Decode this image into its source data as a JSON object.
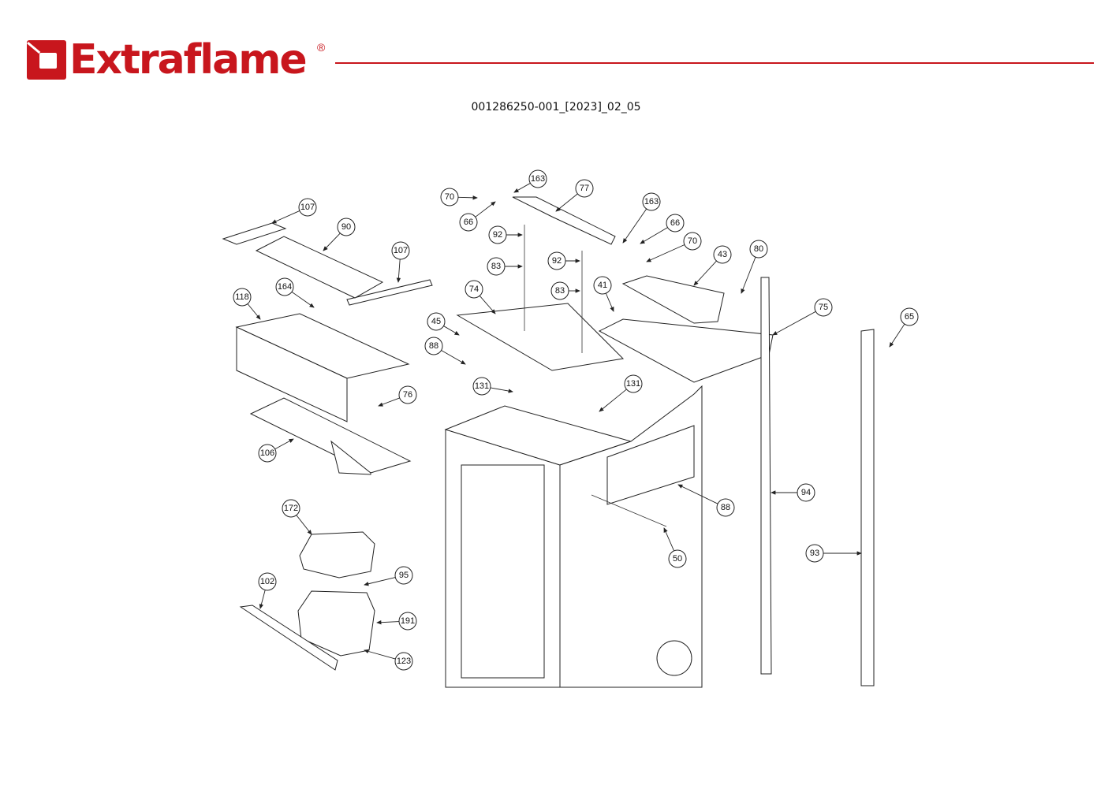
{
  "header": {
    "brand": "Extraflame",
    "registered_mark": "®",
    "document_code": "001286250-001_[2023]_02_05",
    "accent_color": "#c8161d"
  },
  "diagram": {
    "callouts": [
      "107",
      "90",
      "107",
      "164",
      "118",
      "76",
      "106",
      "70",
      "163",
      "77",
      "66",
      "92",
      "92",
      "83",
      "83",
      "74",
      "41",
      "45",
      "88",
      "131",
      "131",
      "163",
      "66",
      "70",
      "43",
      "80",
      "75",
      "65",
      "94",
      "88",
      "50",
      "93",
      "172",
      "102",
      "95",
      "191",
      "123"
    ]
  }
}
